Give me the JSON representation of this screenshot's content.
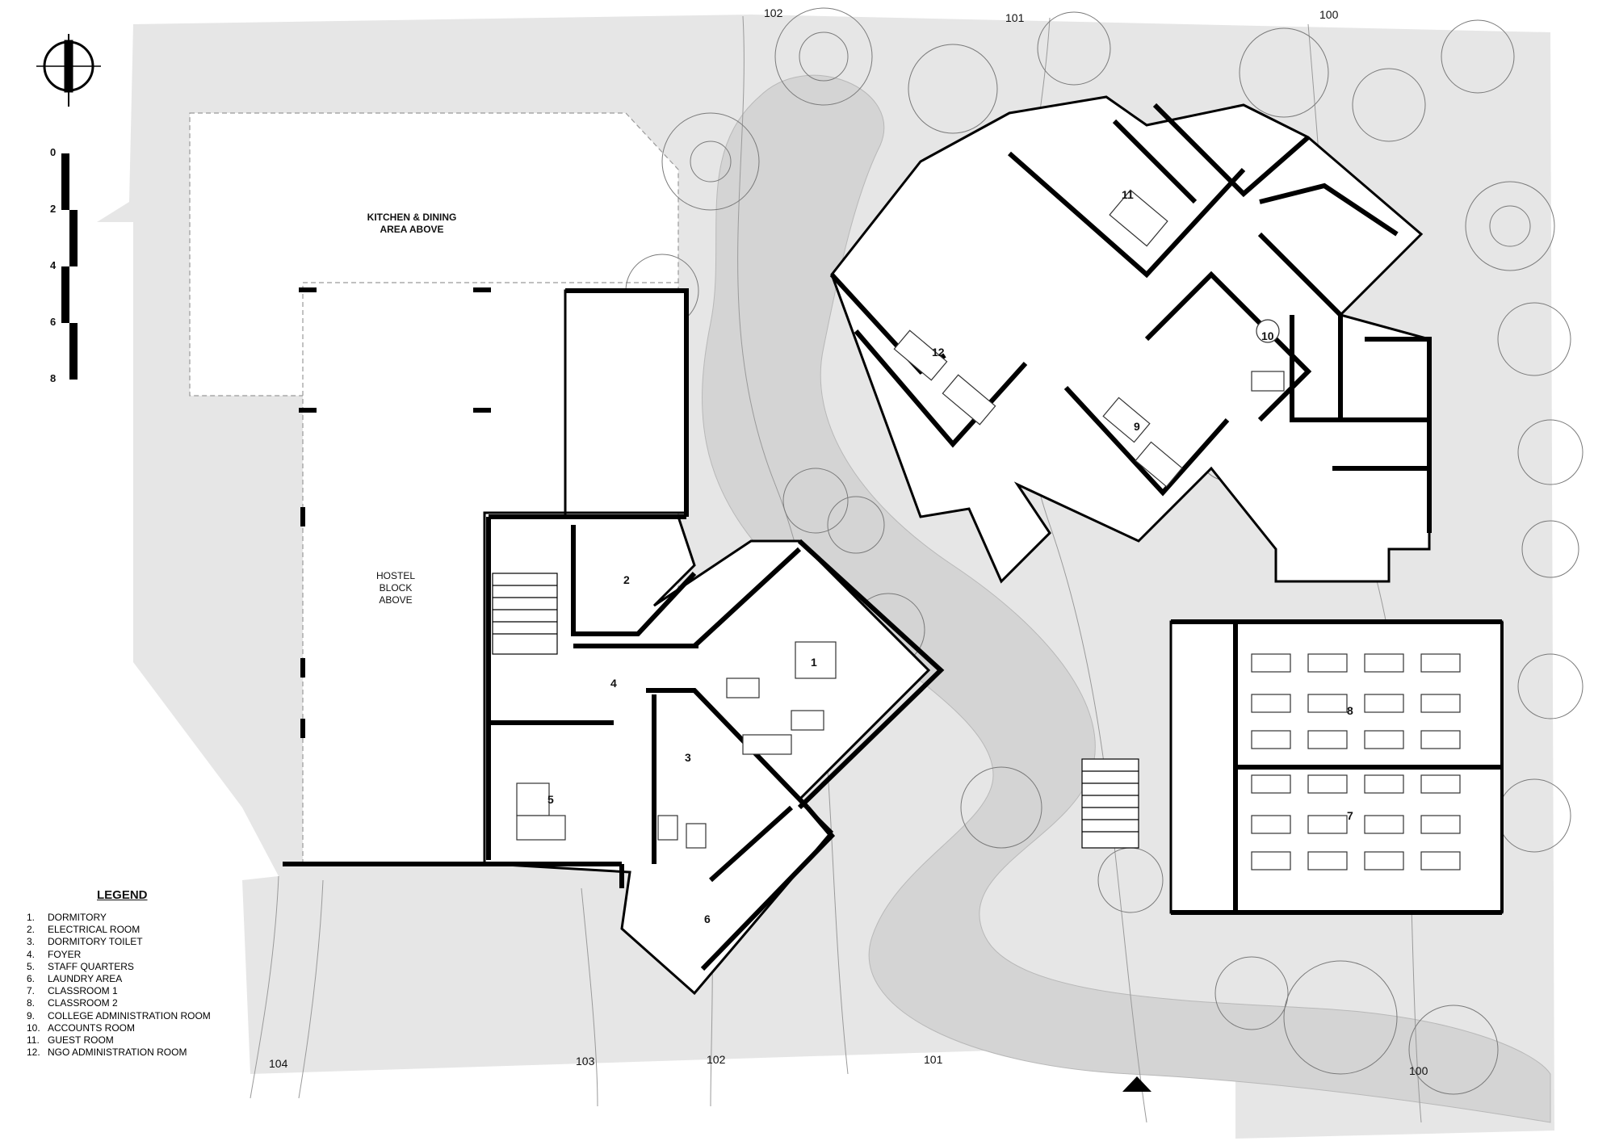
{
  "scale_bar": {
    "ticks": [
      "0",
      "2",
      "4",
      "6",
      "8"
    ]
  },
  "area_labels": {
    "kitchen": [
      "KITCHEN & DINING",
      "AREA ABOVE"
    ],
    "hostel": [
      "HOSTEL",
      "BLOCK",
      "ABOVE"
    ]
  },
  "rooms": [
    "1",
    "2",
    "3",
    "4",
    "5",
    "6",
    "7",
    "8",
    "9",
    "10",
    "11",
    "12"
  ],
  "contours": {
    "top": [
      "102",
      "101",
      "100"
    ],
    "bottom": [
      "104",
      "103",
      "102",
      "101",
      "100"
    ]
  },
  "legend": {
    "title": "LEGEND",
    "items": [
      {
        "num": "1.",
        "label": "DORMITORY"
      },
      {
        "num": "2.",
        "label": "ELECTRICAL ROOM"
      },
      {
        "num": "3.",
        "label": "DORMITORY TOILET"
      },
      {
        "num": "4.",
        "label": "FOYER"
      },
      {
        "num": "5.",
        "label": "STAFF QUARTERS"
      },
      {
        "num": "6.",
        "label": "LAUNDRY AREA"
      },
      {
        "num": "7.",
        "label": "CLASSROOM 1"
      },
      {
        "num": "8.",
        "label": "CLASSROOM 2"
      },
      {
        "num": "9.",
        "label": "COLLEGE ADMINISTRATION ROOM"
      },
      {
        "num": "10.",
        "label": "ACCOUNTS ROOM"
      },
      {
        "num": "11.",
        "label": "GUEST ROOM"
      },
      {
        "num": "12.",
        "label": "NGO ADMINISTRATION ROOM"
      }
    ]
  },
  "colors": {
    "ground": "#e6e6e6",
    "wall": "#000000",
    "line": "#9a9a9a",
    "paving": "#d2d2d2"
  }
}
